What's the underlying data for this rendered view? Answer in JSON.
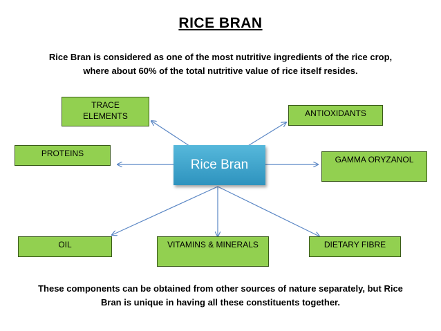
{
  "title": "RICE BRAN",
  "intro": {
    "line1": "Rice Bran is considered as one of the most nutritive ingredients of the rice crop,",
    "line2": "where about 60% of the total nutritive value of rice itself resides."
  },
  "center_label": "Rice Bran",
  "nodes": {
    "trace_elements": {
      "line1": "TRACE",
      "line2": "ELEMENTS"
    },
    "antioxidants": "ANTIOXIDANTS",
    "proteins": "PROTEINS",
    "gamma_oryzanol": "GAMMA ORYZANOL",
    "oil": "OIL",
    "vitamins_minerals": "VITAMINS & MINERALS",
    "dietary_fibre": "DIETARY FIBRE"
  },
  "footer": {
    "line1": "These components can be obtained from other sources of nature separately, but Rice",
    "line2": "Bran is unique in having all these constituents together."
  },
  "colors": {
    "box_fill": "#92d050",
    "center_fill": "#3fa6cf",
    "arrow": "#5b87c5"
  }
}
